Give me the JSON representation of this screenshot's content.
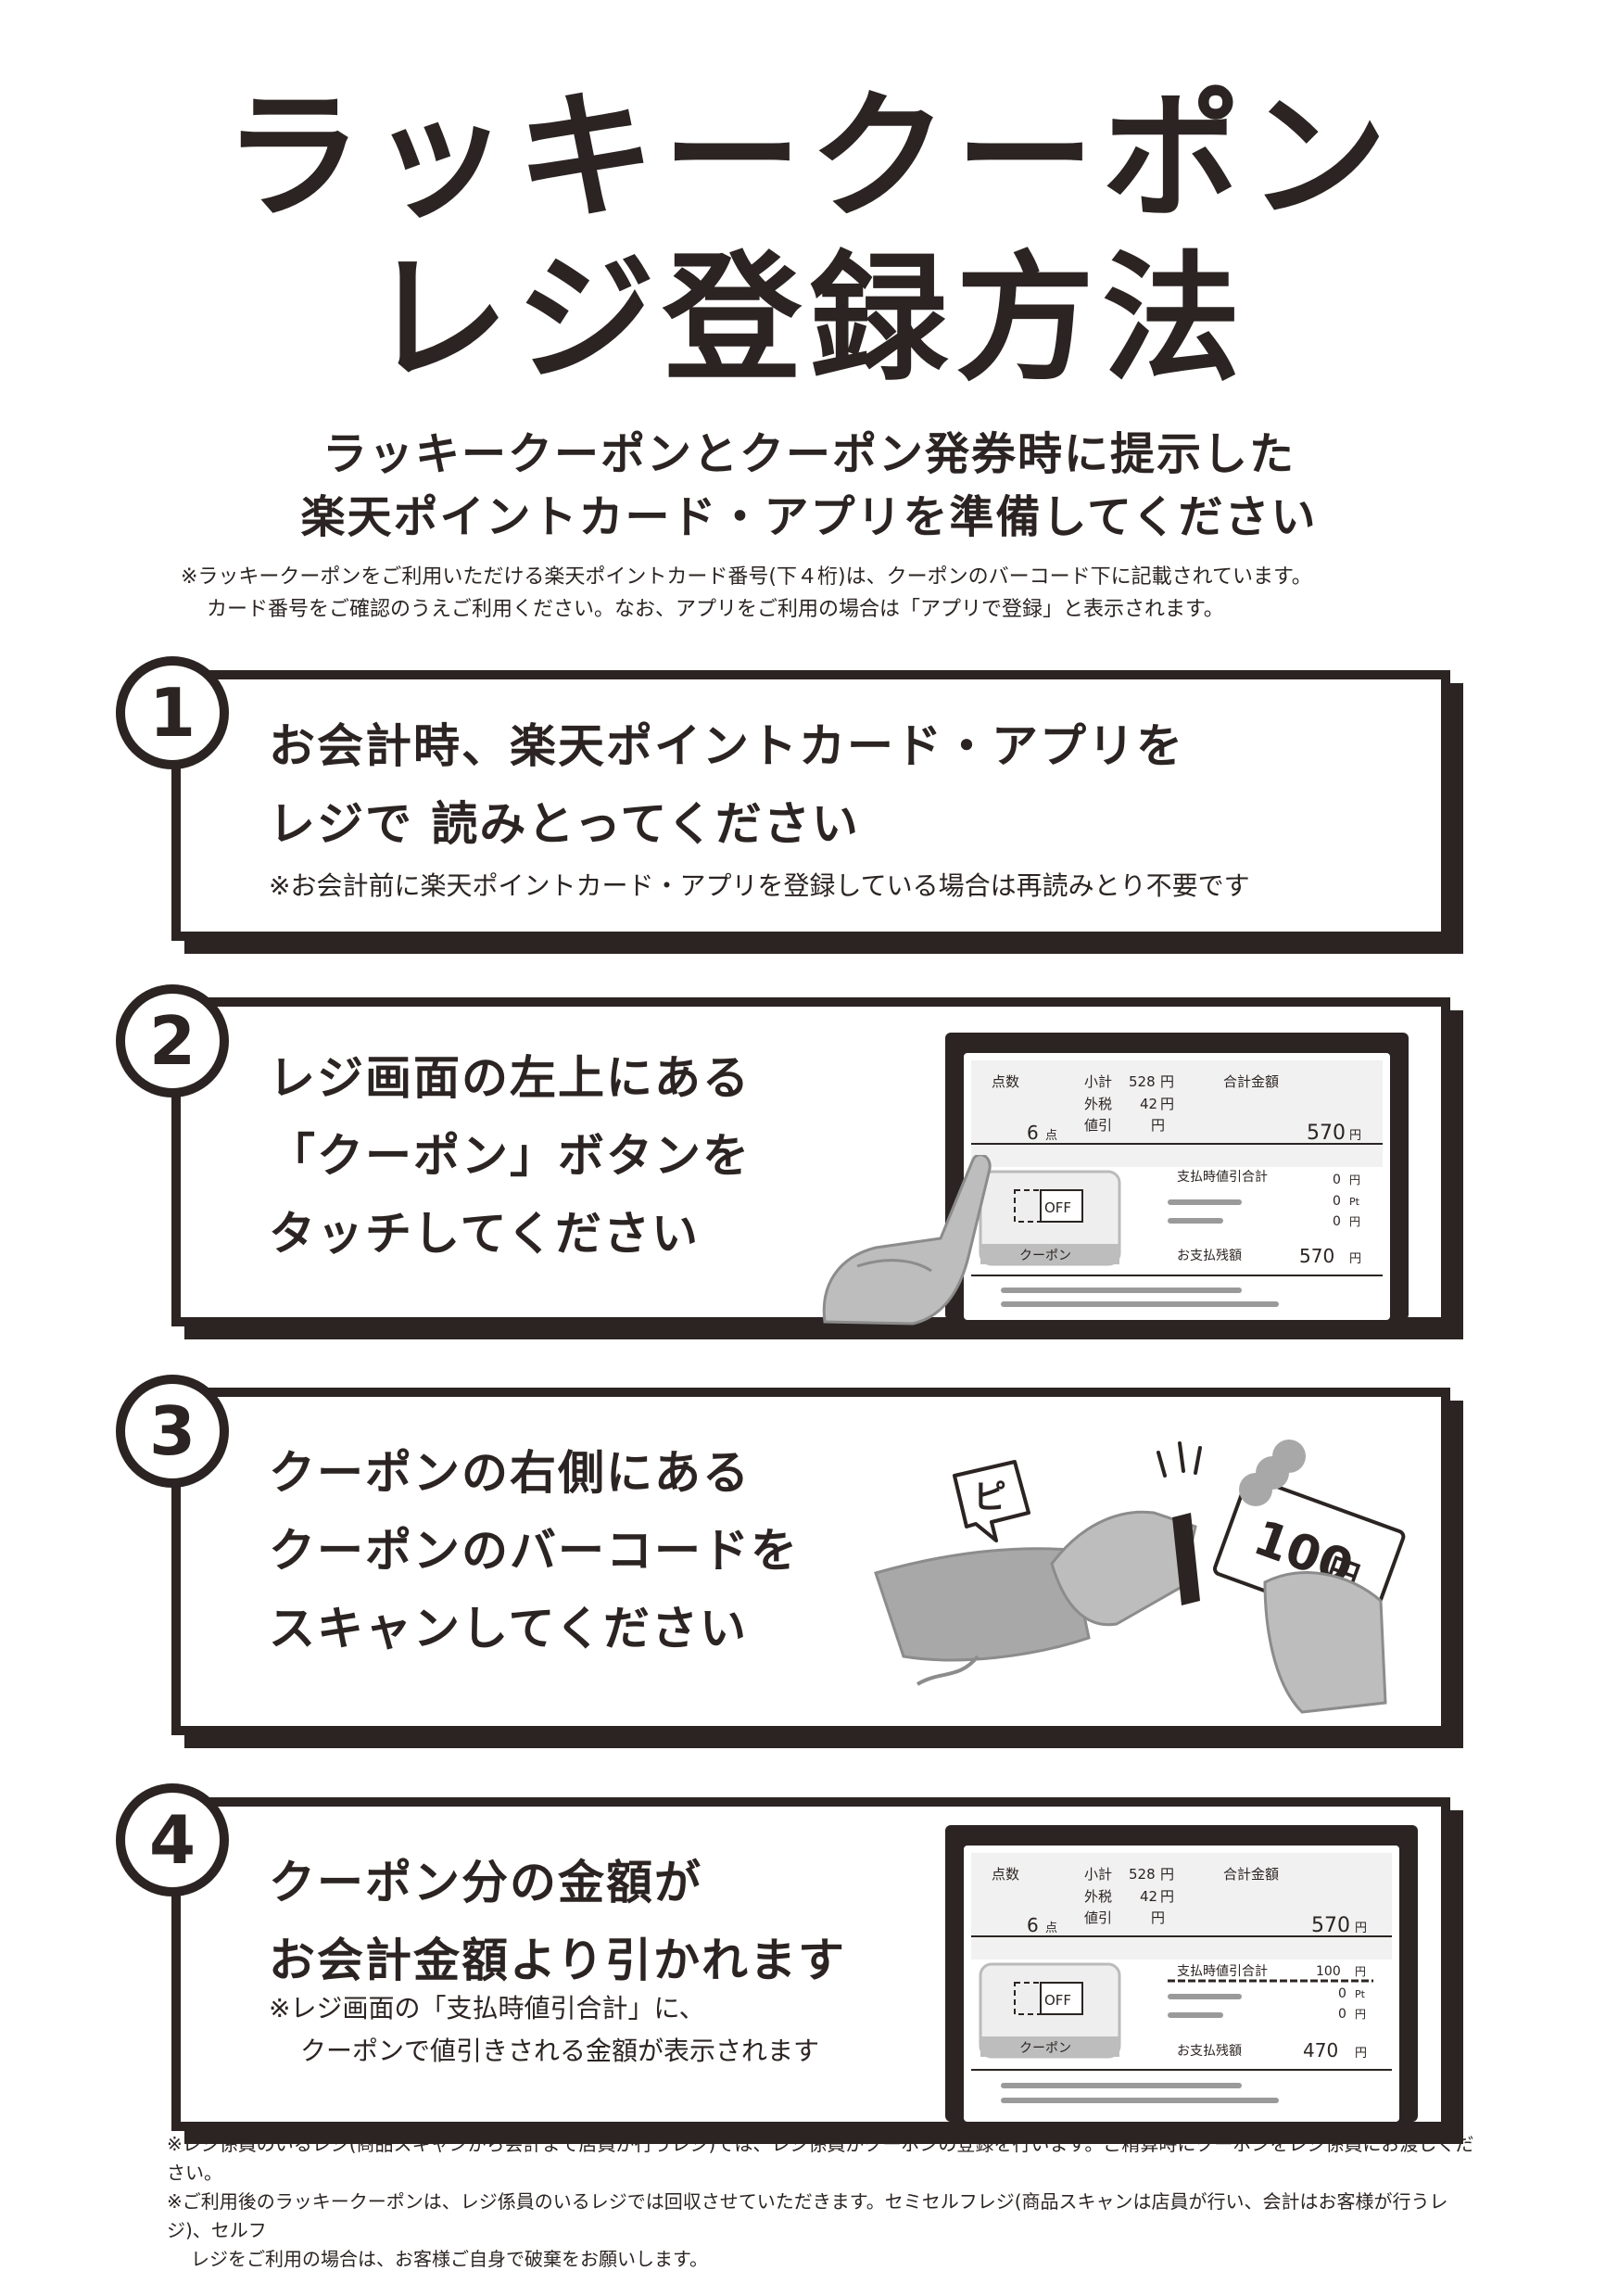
{
  "title": {
    "line1": "ラッキークーポン",
    "line2": "レジ登録方法"
  },
  "subtitle": {
    "line1": "ラッキークーポンとクーポン発券時に提示した",
    "line2": "楽天ポイントカード・アプリを準備してください"
  },
  "top_note": {
    "line1": "※ラッキークーポンをご利用いただける楽天ポイントカード番号(下４桁)は、クーポンのバーコード下に記載されています。",
    "line2": "カード番号をご確認のうえご利用ください。なお、アプリをご利用の場合は「アプリで登録」と表示されます。"
  },
  "steps": [
    {
      "num": "1",
      "line1": "お会計時、楽天ポイントカード・アプリを",
      "line2": "レジで 読みとってください",
      "note1": "※お会計前に楽天ポイントカード・アプリを登録している場合は再読みとり不要です"
    },
    {
      "num": "2",
      "line1": "レジ画面の左上にある",
      "line2": "「クーポン」ボタンを",
      "line3": "タッチしてください"
    },
    {
      "num": "3",
      "line1": "クーポンの右側にある",
      "line2": "クーポンのバーコードを",
      "line3": "スキャンしてください"
    },
    {
      "num": "4",
      "line1": "クーポン分の金額が",
      "line2": "お会計金額より引かれます",
      "note1": "※レジ画面の「支払時値引合計」に、",
      "note2": "クーポンで値引きされる金額が表示されます"
    }
  ],
  "register_screen_2": {
    "points_label": "点数",
    "points_value": "6",
    "points_unit": "点",
    "subtotal_label": "小計",
    "subtotal_value": "528",
    "tax_label": "外税",
    "tax_value": "42",
    "discount_label": "値引",
    "yen": "円",
    "total_label": "合計金額",
    "total_value": "570",
    "pay_discount_label": "支払時値引合計",
    "pay_discount_value": "0",
    "pt_value": "0",
    "pt_unit": "Pt",
    "extra_value": "0",
    "coupon_button": "クーポン",
    "off_label": "OFF",
    "balance_label": "お支払残額",
    "balance_value": "570"
  },
  "register_screen_4": {
    "points_label": "点数",
    "points_value": "6",
    "points_unit": "点",
    "subtotal_label": "小計",
    "subtotal_value": "528",
    "tax_label": "外税",
    "tax_value": "42",
    "discount_label": "値引",
    "yen": "円",
    "total_label": "合計金額",
    "total_value": "570",
    "pay_discount_label": "支払時値引合計",
    "pay_discount_value": "100",
    "pt_value": "0",
    "pt_unit": "Pt",
    "extra_value": "0",
    "coupon_button": "クーポン",
    "off_label": "OFF",
    "balance_label": "お支払残額",
    "balance_value": "470"
  },
  "scan_illustration": {
    "beep": "ピ",
    "coupon_amount": "100",
    "coupon_currency": "円"
  },
  "footer": {
    "line1": "※レジ係員のいるレジ(商品スキャンから会計まで店員が行うレジ)では、レジ係員がクーポンの登録を行います。ご精算時にクーポンをレジ係員にお渡しください。",
    "line2": "※ご利用後のラッキークーポンは、レジ係員のいるレジでは回収させていただきます。セミセルフレジ(商品スキャンは店員が行い、会計はお客様が行うレジ)、セルフ",
    "line3": "レジをご利用の場合は、お客様ご自身で破棄をお願いします。"
  }
}
